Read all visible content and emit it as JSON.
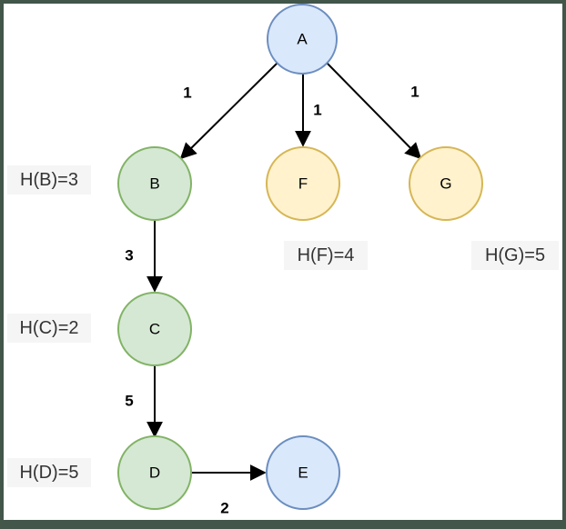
{
  "diagram": {
    "colors": {
      "background": "#ffffff",
      "frame": "#42564a",
      "edge_color": "#000000",
      "label_bg": "#f5f5f5",
      "label_text": "#333333",
      "blue_fill": "#dae8fc",
      "blue_stroke": "#6c8ebf",
      "green_fill": "#d5e8d4",
      "green_stroke": "#82b366",
      "yellow_fill": "#fff2cc",
      "yellow_stroke": "#d6b656"
    },
    "nodes": [
      {
        "id": "A",
        "label": "A",
        "fill": "#dae8fc",
        "stroke": "#6c8ebf"
      },
      {
        "id": "B",
        "label": "B",
        "fill": "#d5e8d4",
        "stroke": "#82b366"
      },
      {
        "id": "F",
        "label": "F",
        "fill": "#fff2cc",
        "stroke": "#d6b656"
      },
      {
        "id": "G",
        "label": "G",
        "fill": "#fff2cc",
        "stroke": "#d6b656"
      },
      {
        "id": "C",
        "label": "C",
        "fill": "#d5e8d4",
        "stroke": "#82b366"
      },
      {
        "id": "D",
        "label": "D",
        "fill": "#d5e8d4",
        "stroke": "#82b366"
      },
      {
        "id": "E",
        "label": "E",
        "fill": "#dae8fc",
        "stroke": "#6c8ebf"
      }
    ],
    "edges": [
      {
        "from": "A",
        "to": "B",
        "weight": "1"
      },
      {
        "from": "A",
        "to": "F",
        "weight": "1"
      },
      {
        "from": "A",
        "to": "G",
        "weight": "1"
      },
      {
        "from": "B",
        "to": "C",
        "weight": "3"
      },
      {
        "from": "C",
        "to": "D",
        "weight": "5"
      },
      {
        "from": "D",
        "to": "E",
        "weight": "2"
      }
    ],
    "heuristics": [
      {
        "node": "B",
        "label": "H(B)=3"
      },
      {
        "node": "F",
        "label": "H(F)=4"
      },
      {
        "node": "G",
        "label": "H(G)=5"
      },
      {
        "node": "C",
        "label": "H(C)=2"
      },
      {
        "node": "D",
        "label": "H(D)=5"
      }
    ]
  }
}
